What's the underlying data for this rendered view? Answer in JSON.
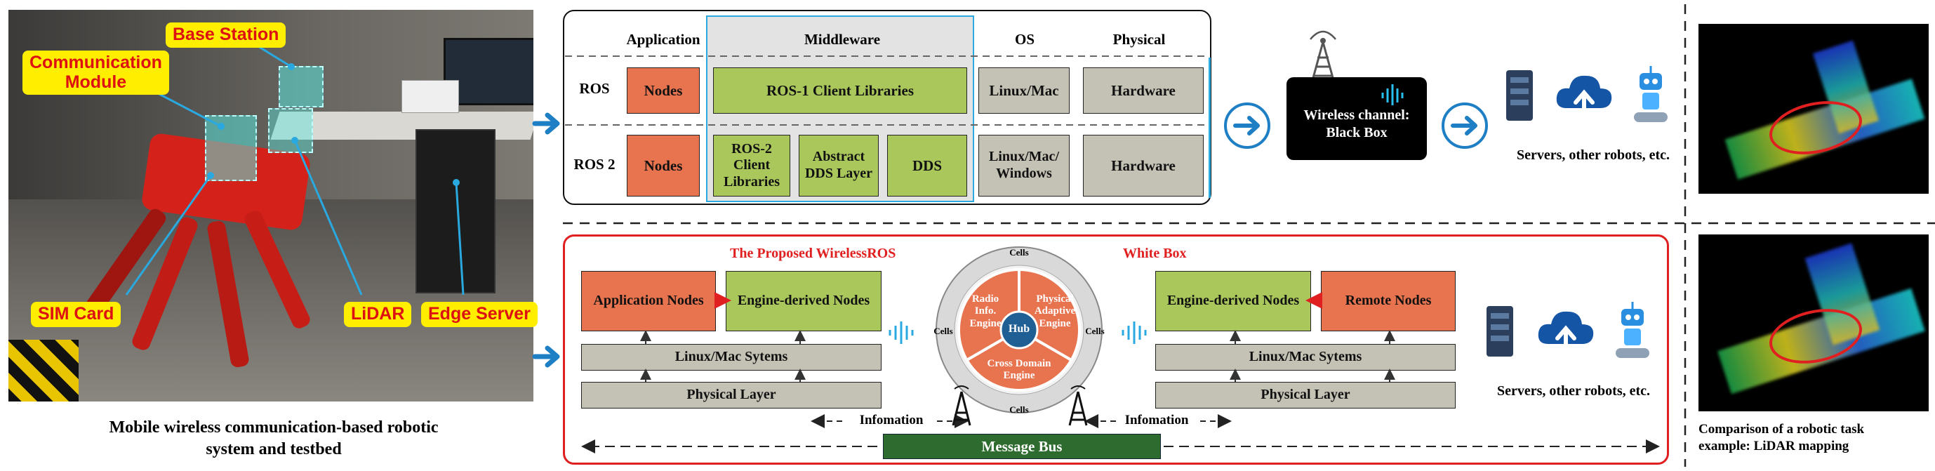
{
  "colors": {
    "ros_orange": "#e8734f",
    "ros_green": "#a9c75a",
    "ros_gray": "#c4c1b5",
    "accent_blue": "#1f7fc4",
    "proposal_red": "#e02020",
    "bus_green": "#2e6b2e",
    "callout_yellow": "#ffee00"
  },
  "photo": {
    "callouts": {
      "base_station": "Base Station",
      "communication_module": "Communication\nModule",
      "sim_card": "SIM Card",
      "lidar": "LiDAR",
      "edge_server": "Edge Server"
    },
    "caption": "Mobile wireless communication-based robotic\nsystem and testbed"
  },
  "ros_stack": {
    "headers": {
      "application": "Application",
      "middleware": "Middleware",
      "os": "OS",
      "physical": "Physical"
    },
    "rows": {
      "ros1": "ROS",
      "ros2": "ROS 2"
    },
    "ros1_cells": {
      "nodes": "Nodes",
      "client_libs": "ROS-1 Client Libraries",
      "os": "Linux/Mac",
      "hardware": "Hardware"
    },
    "ros2_cells": {
      "nodes": "Nodes",
      "client_libs": "ROS-2\nClient\nLibraries",
      "dds_layer": "Abstract\nDDS Layer",
      "dds": "DDS",
      "os": "Linux/Mac/\nWindows",
      "hardware": "Hardware"
    }
  },
  "channel": {
    "label": "Wireless channel:\nBlack Box",
    "servers_caption_top": "Servers, other robots, etc."
  },
  "wirelessros": {
    "title_left": "The Proposed WirelessROS",
    "title_right": "White Box",
    "left": {
      "app_nodes": "Application Nodes",
      "engine_nodes": "Engine-derived Nodes",
      "os": "Linux/Mac Sytems",
      "physical": "Physical Layer"
    },
    "right": {
      "engine_nodes": "Engine-derived Nodes",
      "remote_nodes": "Remote Nodes",
      "os": "Linux/Mac Sytems",
      "physical": "Physical Layer"
    },
    "hub": {
      "center": "Hub",
      "radio": "Radio\nInfo.\nEngine",
      "physical": "Physical\nAdaptive\nEngine",
      "cross": "Cross Domain\nEngine",
      "cells_top": "Cells",
      "cells_left": "Cells",
      "cells_right": "Cells",
      "cells_bottom": "Cells"
    },
    "info_left": "Infomation",
    "info_right": "Infomation",
    "message_bus": "Message Bus",
    "servers_caption_bottom": "Servers, other robots, etc."
  },
  "lidar": {
    "caption": "Comparison of a robotic task\nexample: LiDAR mapping"
  },
  "icons": [
    "arrow-right-icon",
    "cell-tower-icon",
    "signal-wave-icon",
    "server-icon",
    "cloud-upload-icon",
    "robot-icon"
  ]
}
